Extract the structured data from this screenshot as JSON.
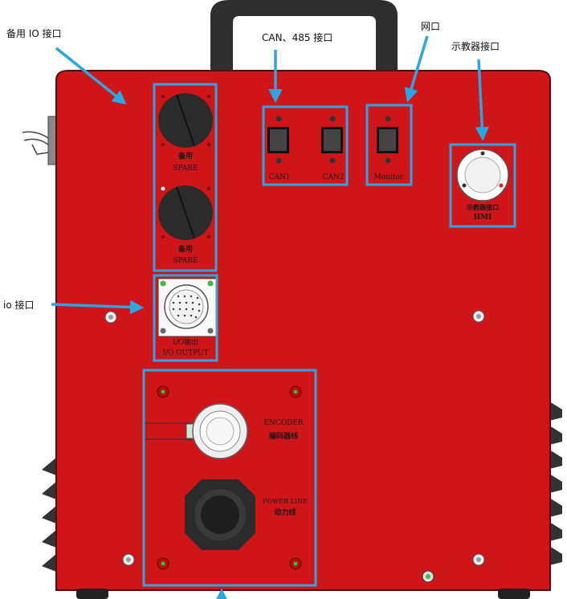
{
  "colors": {
    "panel": "#d01519",
    "highlight": "#2aa6e3",
    "arrow": "#2aa6e3",
    "dark": "#2b2b2b",
    "led_green": "#3dbb3d",
    "led_red": "#e02020"
  },
  "annotations": {
    "spare_io": "备用 IO 接口",
    "can_485": "CAN、485 接口",
    "network": "网口",
    "teach_pendant": "示教器接口",
    "io": "io 接口"
  },
  "panel_labels": {
    "spare1_cn": "备用",
    "spare1_en": "SPARE",
    "spare2_cn": "备用",
    "spare2_en": "SPARE",
    "can1": "CAN1",
    "can2": "CAN2",
    "monitor": "Monitor",
    "hmi_cn": "示教器接口",
    "hmi_en": "HMI",
    "io_cn": "I/O输出",
    "io_en": "I/O OUTPUT",
    "encoder_en": "ENCODER",
    "encoder_cn": "编码器线",
    "power_en": "POWER LINE",
    "power_cn": "动力线"
  }
}
